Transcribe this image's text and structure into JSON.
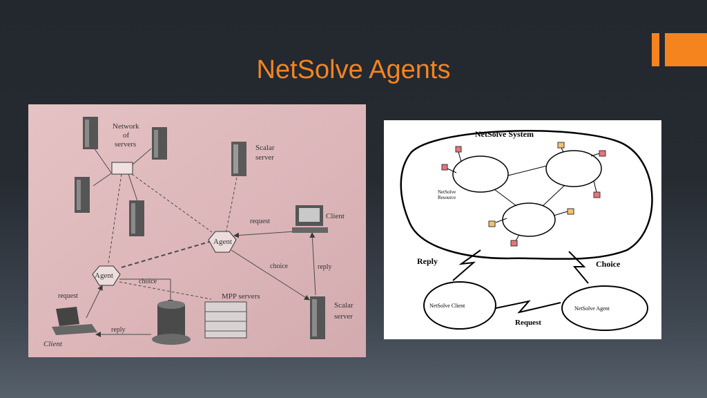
{
  "slide": {
    "title": "NetSolve Agents",
    "accent_color": "#f5841f"
  },
  "left_diagram": {
    "network_of_servers_label": [
      "Network",
      "of",
      "servers"
    ],
    "scalar_server_top_label": [
      "Scalar",
      "server"
    ],
    "client_right_label": "Client",
    "agent_top_label": "Agent",
    "agent_left_label": "Agent",
    "request_top_label": "request",
    "request_left_label": "request",
    "choice_right_label": "choice",
    "choice_left_label": "choice",
    "reply_right_label": "reply",
    "reply_bottom_label": "reply",
    "mpp_servers_label": "MPP servers",
    "scalar_server_bottom_label": [
      "Scalar",
      "server"
    ],
    "client_bottom_label": "Client"
  },
  "right_diagram": {
    "system_label": "NetSolve System",
    "resource_label": [
      "NetSolve",
      "Resource"
    ],
    "reply_label": "Reply",
    "choice_label": "Choice",
    "client_label": "NetSolve Client",
    "agent_label": "NetSolve Agent",
    "request_label": "Request"
  }
}
